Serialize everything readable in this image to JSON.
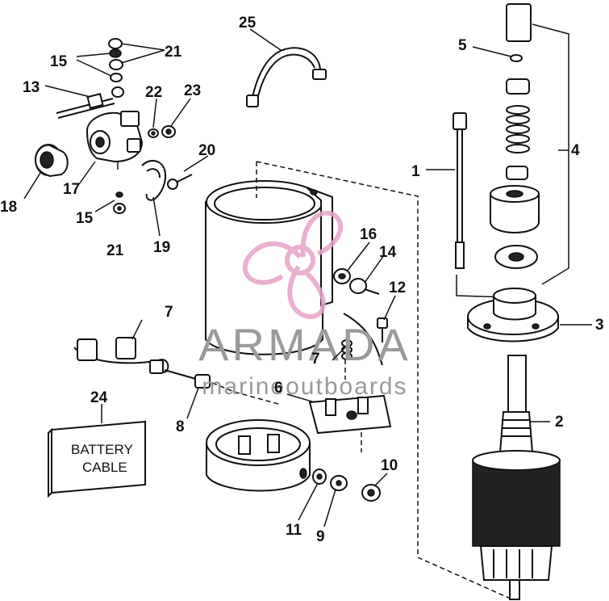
{
  "watermark": {
    "brand": "ARMADA",
    "tagline": "marineoutboards",
    "logo_color": "#e8a2c8",
    "text_color": "#9a9a9a"
  },
  "battery_cable": {
    "line1": "BATTERY",
    "line2": "CABLE"
  },
  "callouts": [
    {
      "id": "c1",
      "label": "1"
    },
    {
      "id": "c2",
      "label": "2"
    },
    {
      "id": "c3",
      "label": "3"
    },
    {
      "id": "c4",
      "label": "4"
    },
    {
      "id": "c5",
      "label": "5"
    },
    {
      "id": "c6",
      "label": "6"
    },
    {
      "id": "c7a",
      "label": "7"
    },
    {
      "id": "c7b",
      "label": "7"
    },
    {
      "id": "c8",
      "label": "8"
    },
    {
      "id": "c9",
      "label": "9"
    },
    {
      "id": "c10",
      "label": "10"
    },
    {
      "id": "c11",
      "label": "11"
    },
    {
      "id": "c12",
      "label": "12"
    },
    {
      "id": "c13",
      "label": "13"
    },
    {
      "id": "c14",
      "label": "14"
    },
    {
      "id": "c15a",
      "label": "15"
    },
    {
      "id": "c15b",
      "label": "15"
    },
    {
      "id": "c16",
      "label": "16"
    },
    {
      "id": "c17",
      "label": "17"
    },
    {
      "id": "c18",
      "label": "18"
    },
    {
      "id": "c19",
      "label": "19"
    },
    {
      "id": "c20",
      "label": "20"
    },
    {
      "id": "c21a",
      "label": "21"
    },
    {
      "id": "c21b",
      "label": "21"
    },
    {
      "id": "c22",
      "label": "22"
    },
    {
      "id": "c23",
      "label": "23"
    },
    {
      "id": "c24",
      "label": "24"
    },
    {
      "id": "c25",
      "label": "25"
    }
  ]
}
